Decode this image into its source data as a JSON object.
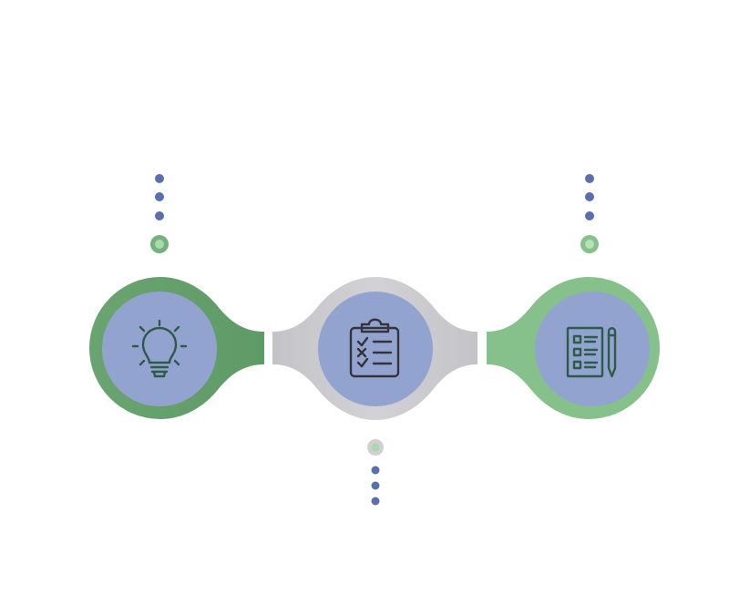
{
  "colors": {
    "dark_green": "#66a26d",
    "light_green": "#86c08a",
    "gray": "#c8c8cc",
    "inner_circle": "#93a3cf",
    "icon_stroke_dark": "#2e5a48",
    "icon_stroke_gray": "#34343a",
    "dot": "#5a70ad",
    "connector_green": "#74b17c",
    "connector_green_inner": "#a6dca8",
    "connector_gray": "#d0d0d4",
    "connector_gray_inner": "#a8d8ac"
  },
  "steps": [
    {
      "icon": "lightbulb-icon",
      "shape_color": "dark_green",
      "connector_side": "top"
    },
    {
      "icon": "clipboard-checklist-icon",
      "shape_color": "gray",
      "connector_side": "bottom"
    },
    {
      "icon": "checklist-pencil-icon",
      "shape_color": "light_green",
      "connector_side": "top"
    }
  ]
}
